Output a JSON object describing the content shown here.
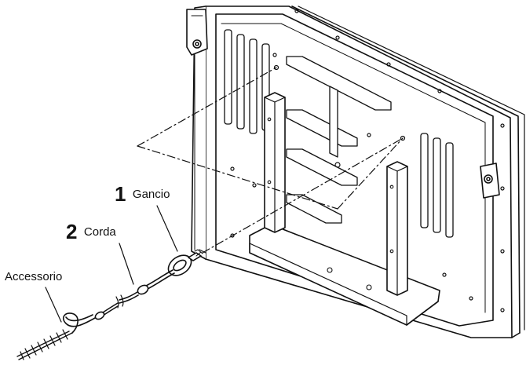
{
  "callouts": {
    "hook": {
      "number": "1",
      "label": "Gancio"
    },
    "cord": {
      "number": "2",
      "label": "Corda"
    },
    "accessory": {
      "label": "Accessorio"
    }
  },
  "colors": {
    "line": "#111111",
    "panel_fill": "#ffffff",
    "background": "#ffffff"
  }
}
